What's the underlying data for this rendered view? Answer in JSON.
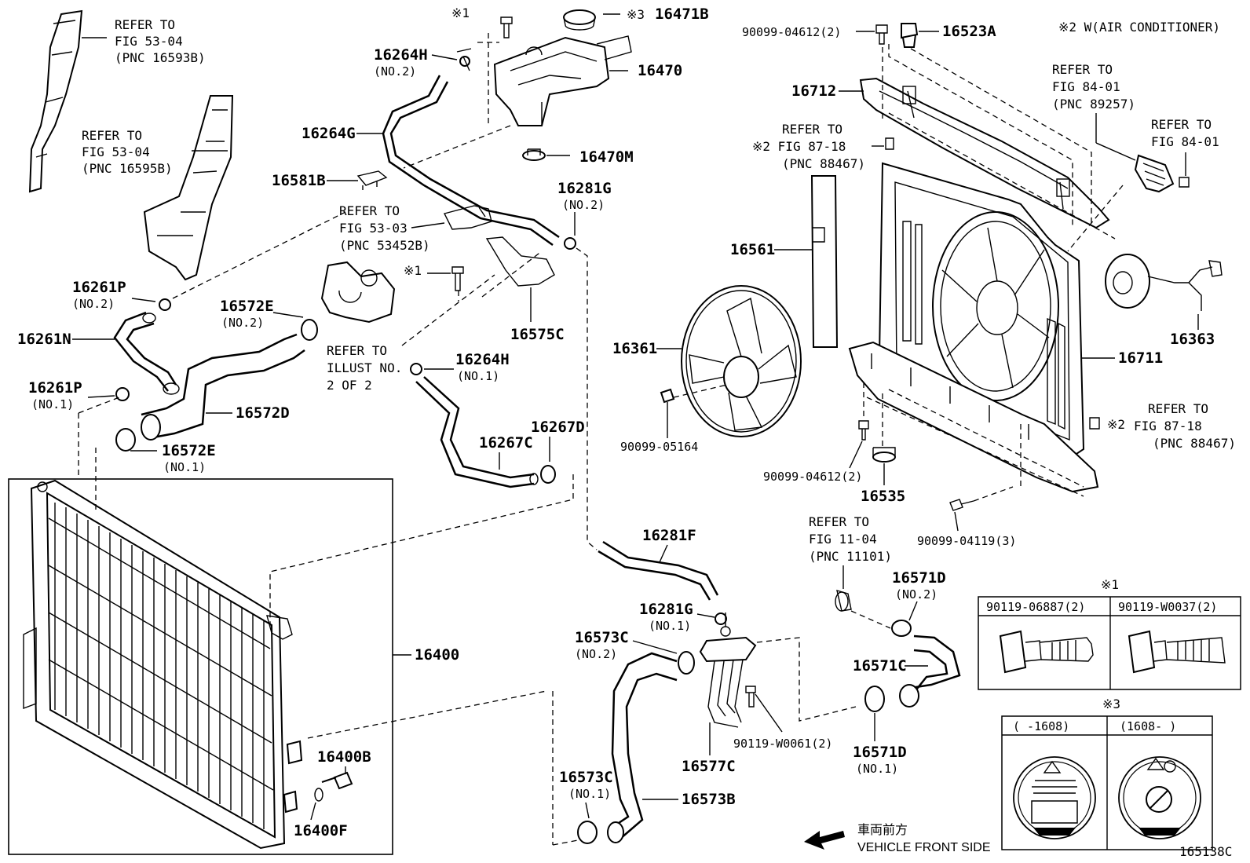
{
  "notes": {
    "air_conditioner": "※2 W(AIR CONDITIONER)",
    "vehicle_front_jp": "車両前方",
    "vehicle_front": "VEHICLE FRONT SIDE",
    "illustration_id": "165138C"
  },
  "parts": {
    "p16471B": "16471B",
    "p16471B_mark": "※3",
    "p16470": "16470",
    "p16470M": "16470M",
    "p16264H_top": "16264H",
    "p16264H_top_no": "(NO.2)",
    "mark1_top": "※1",
    "p16264G": "16264G",
    "p16581B": "16581B",
    "p16281G_top": "16281G",
    "p16281G_top_no": "(NO.2)",
    "p16261P_top": "16261P",
    "p16261P_top_no": "(NO.2)",
    "p16261N": "16261N",
    "p16261P_bot": "16261P",
    "p16261P_bot_no": "(NO.1)",
    "p16572E_top": "16572E",
    "p16572E_top_no": "(NO.2)",
    "p16572D": "16572D",
    "p16572E_bot": "16572E",
    "p16572E_bot_no": "(NO.1)",
    "mark1_mid": "※1",
    "p16575C": "16575C",
    "p16264H_mid": "16264H",
    "p16264H_mid_no": "(NO.1)",
    "p16267D": "16267D",
    "p16267C": "16267C",
    "p16400": "16400",
    "p16400B": "16400B",
    "p16400F": "16400F",
    "p16281F": "16281F",
    "p16281G_bot": "16281G",
    "p16281G_bot_no": "(NO.1)",
    "p16573C_top": "16573C",
    "p16573C_top_no": "(NO.2)",
    "p16573C_bot": "16573C",
    "p16573C_bot_no": "(NO.1)",
    "p16573B": "16573B",
    "p16577C": "16577C",
    "p90119_W0061": "90119-W0061(2)",
    "p16571D_top": "16571D",
    "p16571D_top_no": "(NO.2)",
    "p16571C": "16571C",
    "p16571D_bot": "16571D",
    "p16571D_bot_no": "(NO.1)",
    "p90099_04612_top": "90099-04612(2)",
    "p16523A": "16523A",
    "p16712": "16712",
    "p16561": "16561",
    "p16361": "16361",
    "p90099_05164": "90099-05164",
    "p90099_04612_bot": "90099-04612(2)",
    "p16535": "16535",
    "p16711": "16711",
    "p16363": "16363",
    "p90099_04119": "90099-04119(3)",
    "mark2_right": "※2"
  },
  "refs": {
    "r53_04a": [
      "REFER TO",
      "FIG 53-04",
      "(PNC 16593B)"
    ],
    "r53_04b": [
      "REFER TO",
      "FIG 53-04",
      "(PNC 16595B)"
    ],
    "r53_03": [
      "REFER TO",
      "FIG 53-03",
      "(PNC 53452B)"
    ],
    "r_illust": [
      "REFER TO",
      "ILLUST NO.",
      "2 OF 2"
    ],
    "r87_18a": [
      "REFER TO",
      "※2 FIG 87-18",
      "(PNC 88467)"
    ],
    "r84_01a": [
      "REFER TO",
      "FIG 84-01",
      "(PNC 89257)"
    ],
    "r84_01b": [
      "REFER TO",
      "FIG 84-01"
    ],
    "r87_18b": [
      "REFER TO",
      "FIG 87-18",
      "(PNC 88467)"
    ],
    "r11_04": [
      "REFER TO",
      "FIG 11-04",
      "(PNC 11101)"
    ]
  },
  "bolt_table": {
    "title": "※1",
    "col1": "90119-06887(2)",
    "col2": "90119-W0037(2)"
  },
  "cap_table": {
    "title": "※3",
    "col1": "(    -1608)",
    "col2": "(1608-     )"
  }
}
